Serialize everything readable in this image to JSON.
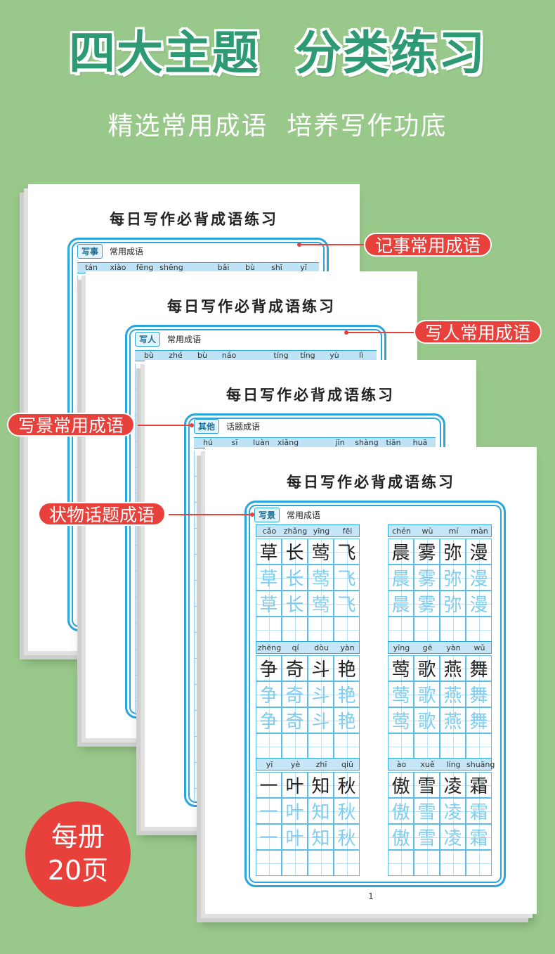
{
  "headline": "四大主题  分类练习",
  "subheadline": "精选常用成语  培养写作功底",
  "sheet_title": "每日写作必背成语练习",
  "pages": [
    {
      "tag": "写事",
      "subtitle": "常用成语",
      "pinyin": [
        "tán",
        "xiào",
        "fēng",
        "shēng",
        "bǎi",
        "bù",
        "shī",
        "yī"
      ]
    },
    {
      "tag": "写人",
      "subtitle": "常用成语",
      "pinyin": [
        "bù",
        "zhé",
        "bù",
        "náo",
        "tíng",
        "tíng",
        "yù",
        "lì"
      ]
    },
    {
      "tag": "其他",
      "subtitle": "话题成语",
      "pinyin": [
        "hú",
        "sī",
        "luàn",
        "xiǎng",
        "jīn",
        "shàng",
        "tiān",
        "huā"
      ]
    },
    {
      "tag": "写景",
      "subtitle": "常用成语",
      "page_number": "1"
    }
  ],
  "callouts": [
    "记事常用成语",
    "写人常用成语",
    "写景常用成语",
    "状物话题成语"
  ],
  "idioms": [
    {
      "pinyin": [
        "cǎo",
        "zhǎng",
        "yīng",
        "fēi"
      ],
      "chars": [
        "草",
        "长",
        "莺",
        "飞"
      ]
    },
    {
      "pinyin": [
        "chén",
        "wù",
        "mí",
        "màn"
      ],
      "chars": [
        "晨",
        "雾",
        "弥",
        "漫"
      ]
    },
    {
      "pinyin": [
        "zhēng",
        "qí",
        "dòu",
        "yàn"
      ],
      "chars": [
        "争",
        "奇",
        "斗",
        "艳"
      ]
    },
    {
      "pinyin": [
        "yīng",
        "gē",
        "yàn",
        "wǔ"
      ],
      "chars": [
        "莺",
        "歌",
        "燕",
        "舞"
      ]
    },
    {
      "pinyin": [
        "yī",
        "yè",
        "zhī",
        "qiū"
      ],
      "chars": [
        "一",
        "叶",
        "知",
        "秋"
      ]
    },
    {
      "pinyin": [
        "ào",
        "xuě",
        "líng",
        "shuāng"
      ],
      "chars": [
        "傲",
        "雪",
        "凌",
        "霜"
      ]
    }
  ],
  "badge": {
    "line1": "每册",
    "line2": "20页"
  },
  "colors": {
    "background": "#99c98a",
    "headline": "#2d9a74",
    "accent_red": "#e8403a",
    "grid_blue": "#2aa6dc"
  }
}
